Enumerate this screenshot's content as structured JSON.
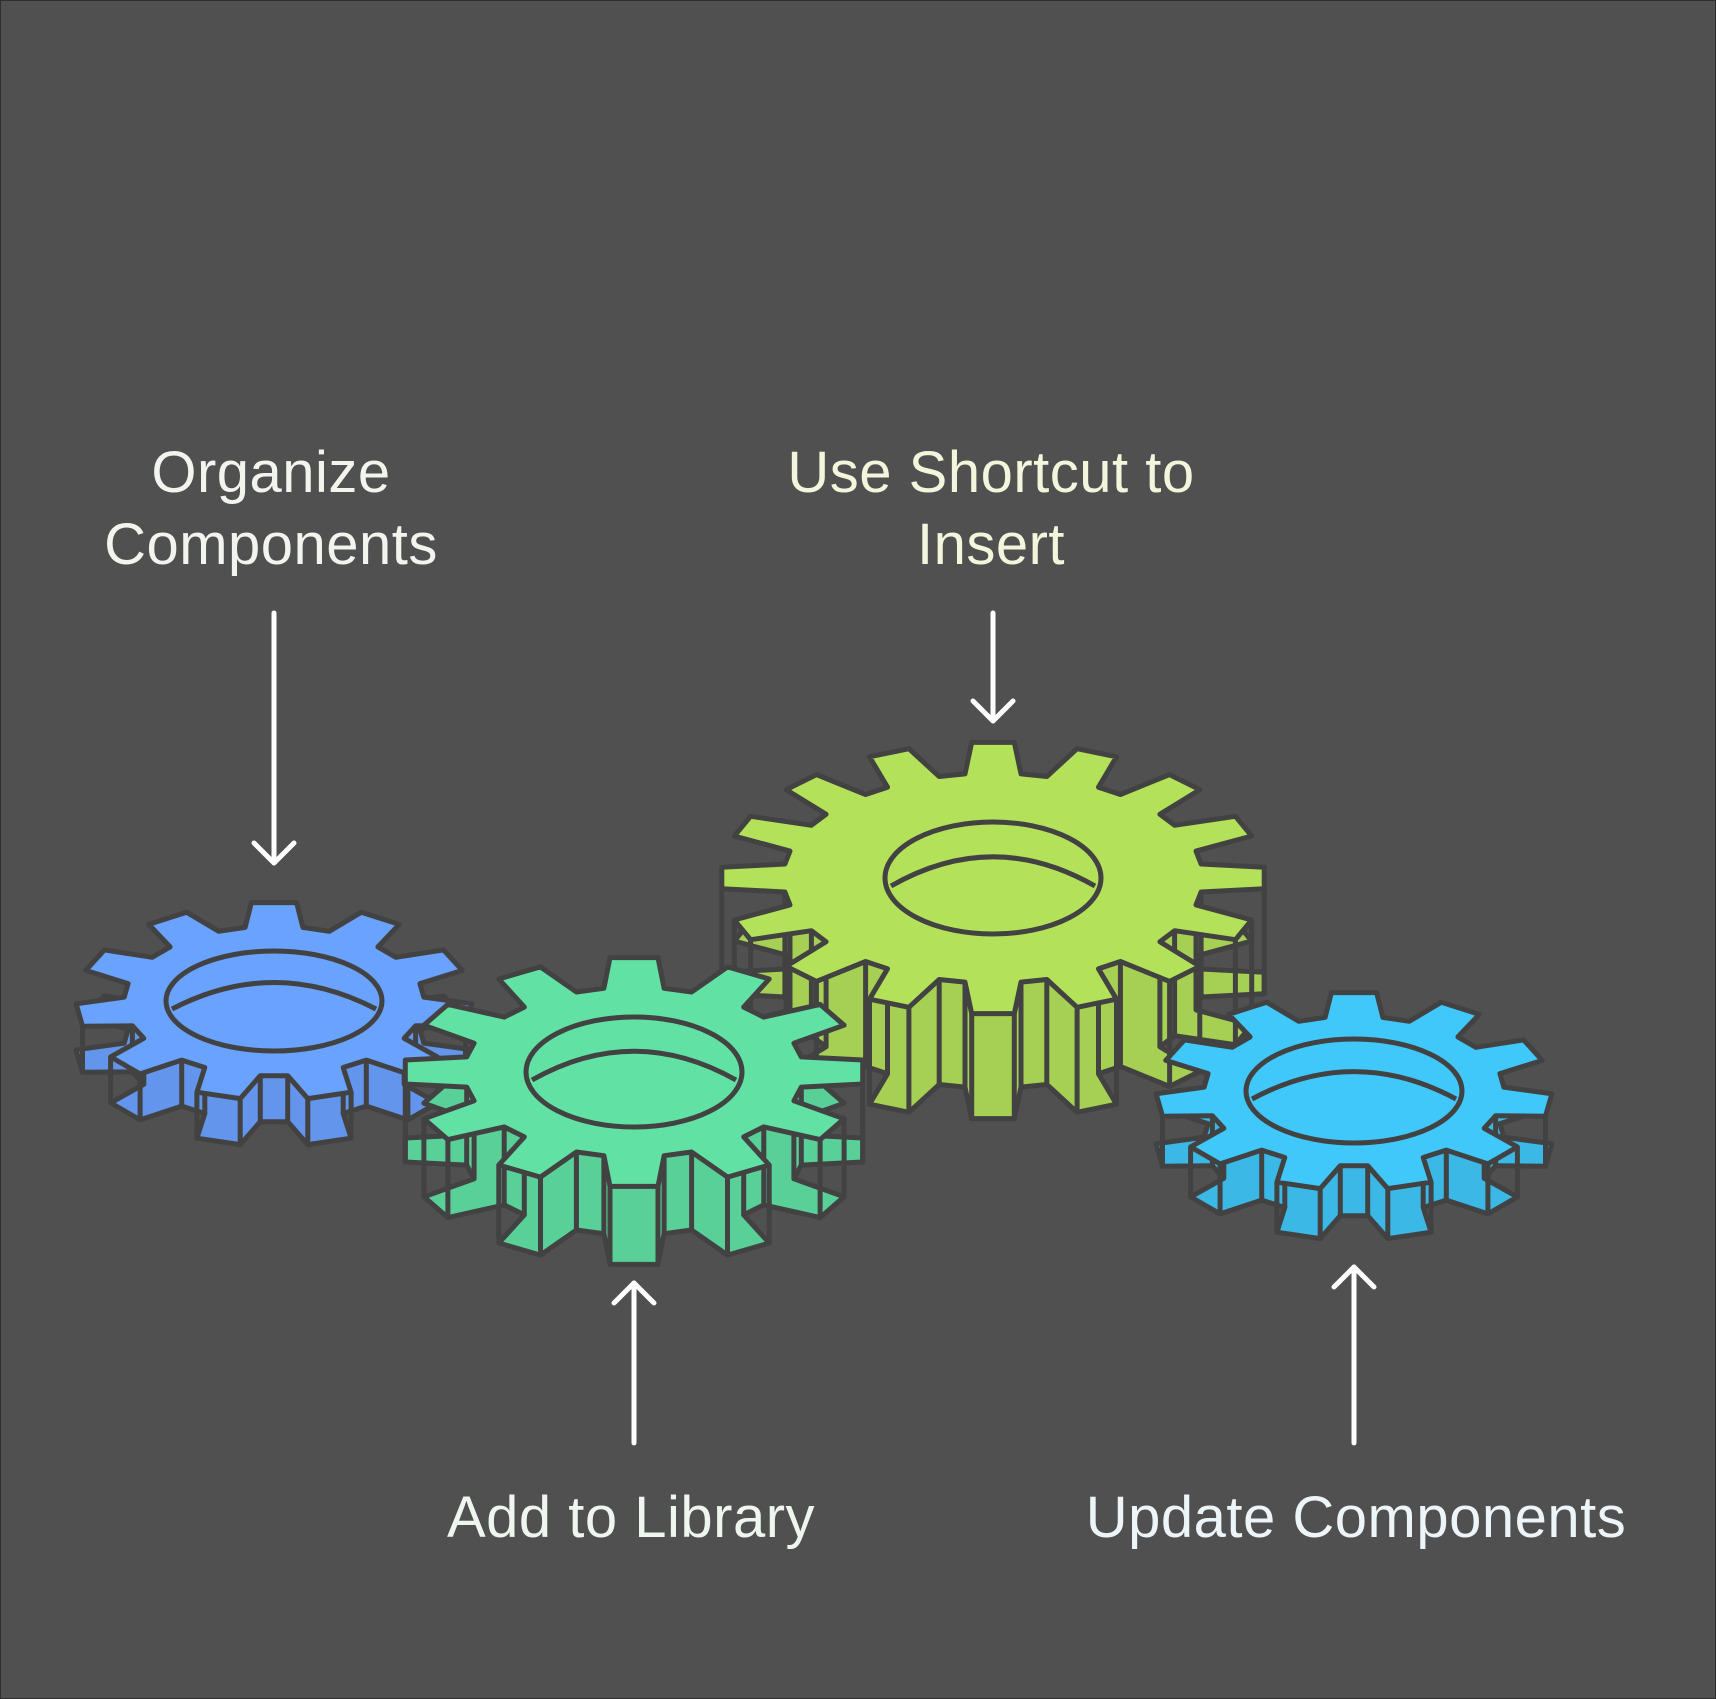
{
  "steps": [
    {
      "id": "organize",
      "label": "Organize Components",
      "color": "#6aa2ff"
    },
    {
      "id": "library",
      "label": "Add to Library",
      "color": "#61e2a4"
    },
    {
      "id": "shortcut",
      "label": "Use Shortcut to Insert",
      "color": "#b3e25a"
    },
    {
      "id": "update",
      "label": "Update Components",
      "color": "#41c8fb"
    }
  ],
  "colors": {
    "background": "#505050",
    "outline": "#424242",
    "arrow": "#ffffff"
  }
}
